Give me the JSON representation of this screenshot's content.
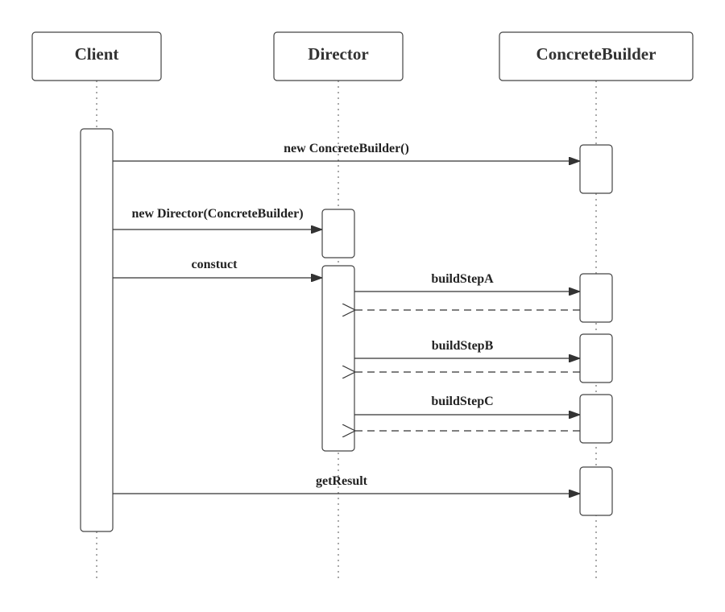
{
  "diagram": {
    "participants": [
      {
        "id": "client",
        "label": "Client"
      },
      {
        "id": "director",
        "label": "Director"
      },
      {
        "id": "builder",
        "label": "ConcreteBuilder"
      }
    ],
    "messages": [
      {
        "id": "new-builder",
        "label": "new ConcreteBuilder()",
        "from": "client",
        "to": "builder",
        "kind": "call"
      },
      {
        "id": "new-director",
        "label": "new Director(ConcreteBuilder)",
        "from": "client",
        "to": "director",
        "kind": "call"
      },
      {
        "id": "construct",
        "label": "constuct",
        "from": "client",
        "to": "director",
        "kind": "call"
      },
      {
        "id": "build-step-a",
        "label": "buildStepA",
        "from": "director",
        "to": "builder",
        "kind": "call"
      },
      {
        "id": "build-step-a-return",
        "label": "",
        "from": "builder",
        "to": "director",
        "kind": "return"
      },
      {
        "id": "build-step-b",
        "label": "buildStepB",
        "from": "director",
        "to": "builder",
        "kind": "call"
      },
      {
        "id": "build-step-b-return",
        "label": "",
        "from": "builder",
        "to": "director",
        "kind": "return"
      },
      {
        "id": "build-step-c",
        "label": "buildStepC",
        "from": "director",
        "to": "builder",
        "kind": "call"
      },
      {
        "id": "build-step-c-return",
        "label": "",
        "from": "builder",
        "to": "director",
        "kind": "return"
      },
      {
        "id": "get-result",
        "label": "getResult",
        "from": "client",
        "to": "builder",
        "kind": "call"
      }
    ]
  }
}
